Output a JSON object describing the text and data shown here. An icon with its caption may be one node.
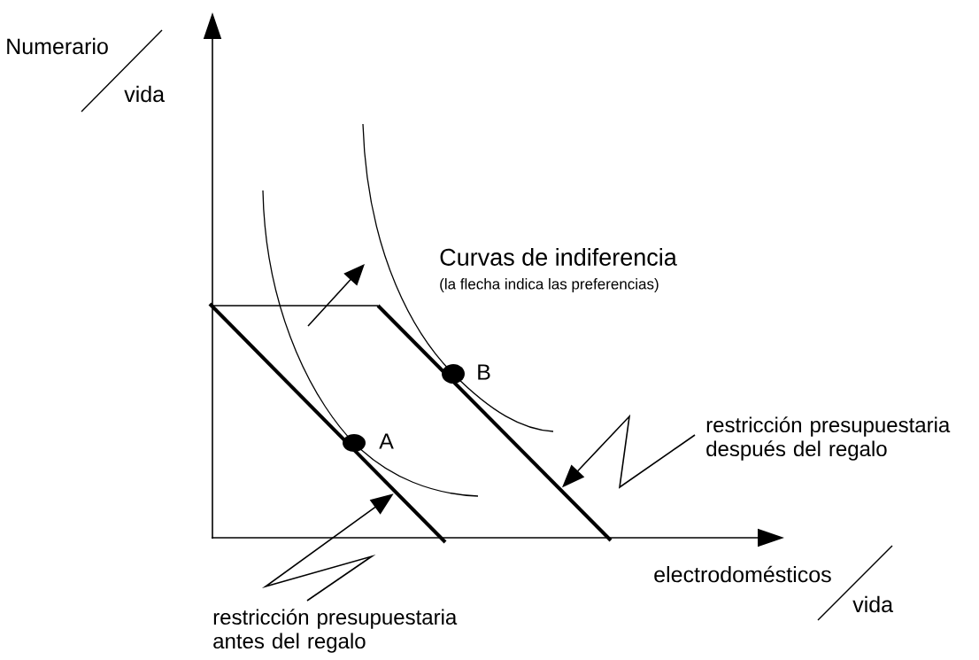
{
  "diagram": {
    "nodes": [
      {
        "text": [
          "restricción presupuestaria antes del regalo"
        ]
      },
      {
        "text": [],
        "shape": "line"
      },
      {
        "text": [
          "restricción presupuestaria después del regalo"
        ]
      },
      {
        "text": [],
        "shape": "line"
      }
    ],
    "edges": [
      {
        "from": 0,
        "to": 1,
        "arrow": "to"
      },
      {
        "from": 2,
        "to": 3,
        "arrow": "to"
      }
    ],
    "labels": [
      "Numerario",
      "vida",
      "Curvas de indiferencia",
      "(la flecha indica las preferencias)",
      "B",
      "A",
      "electrodomésticos",
      "vida"
    ]
  }
}
